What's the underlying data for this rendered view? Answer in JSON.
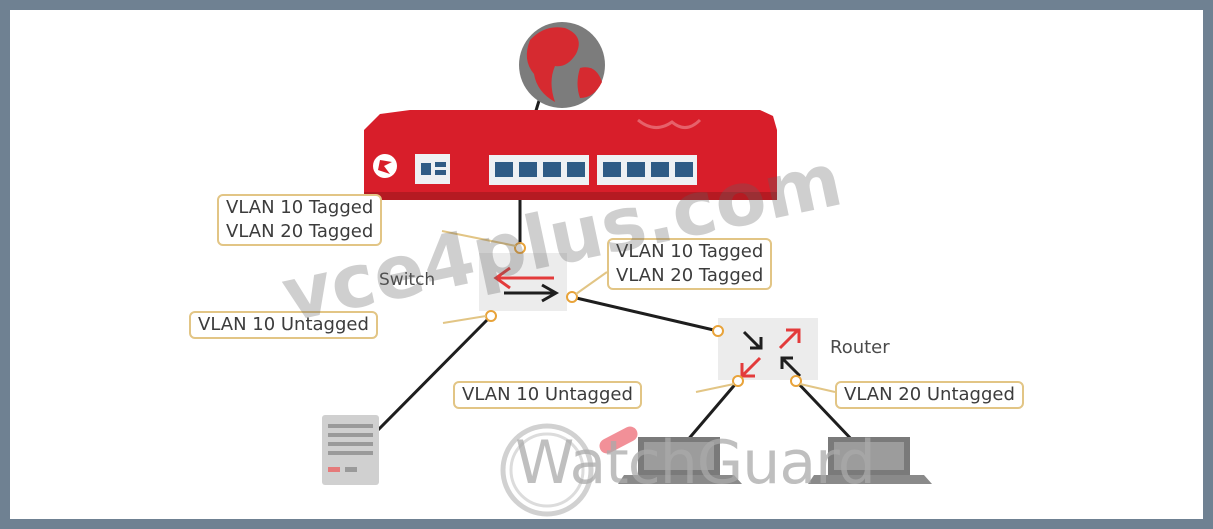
{
  "labels": {
    "fw_to_switch": [
      "VLAN 10 Tagged",
      "VLAN 20 Tagged"
    ],
    "switch_to_router": [
      "VLAN 10 Tagged",
      "VLAN 20 Tagged"
    ],
    "switch_to_server": "VLAN 10 Untagged",
    "router_to_laptop_left": "VLAN 10 Untagged",
    "router_to_laptop_right": "VLAN 20 Untagged"
  },
  "devices": {
    "switch": "Switch",
    "router": "Router"
  },
  "watermarks": {
    "site": "vce4plus.com",
    "brand": "WatchGuard"
  },
  "colors": {
    "firewall_red": "#d81e2a",
    "label_border": "#e2c585",
    "frame_bg": "#6f8192"
  }
}
